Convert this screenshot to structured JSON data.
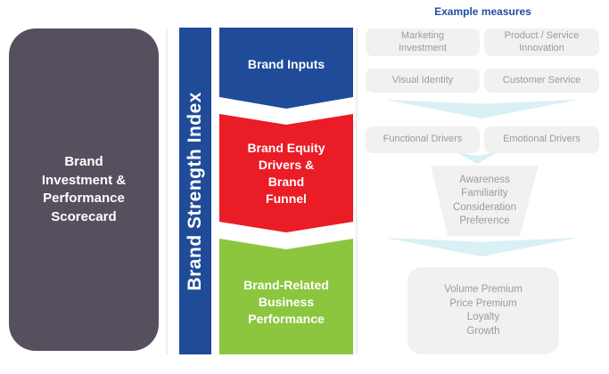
{
  "colors": {
    "scorecard": "#564f5e",
    "index_bar": "#1f4b99",
    "inputs": "#1f4b99",
    "equity": "#ea1c26",
    "performance": "#8cc63f",
    "arrow": "#d9f0f5",
    "measures_title": "#1f4e9e"
  },
  "scorecard": {
    "label": [
      "Brand",
      "Investment &",
      "Performance",
      "Scorecard"
    ]
  },
  "index_bar": {
    "label": "Brand Strength Index"
  },
  "chevrons": {
    "inputs": {
      "label": "Brand Inputs"
    },
    "equity": {
      "label": [
        "Brand Equity",
        "Drivers &",
        "Brand",
        "Funnel"
      ]
    },
    "performance": {
      "label": [
        "Brand-Related",
        "Business",
        "Performance"
      ]
    }
  },
  "measures": {
    "title": "Example measures",
    "marketing": [
      "Marketing",
      "Investment"
    ],
    "product": [
      "Product / Service",
      "Innovation"
    ],
    "visual": "Visual Identity",
    "customer": "Customer Service",
    "functional": "Functional Drivers",
    "emotional": "Emotional Drivers",
    "funnel_stages": [
      "Awareness",
      "Familiarity",
      "Consideration",
      "Preference"
    ],
    "outcomes": [
      "Volume Premium",
      "Price Premium",
      "Loyalty",
      "Growth"
    ]
  }
}
